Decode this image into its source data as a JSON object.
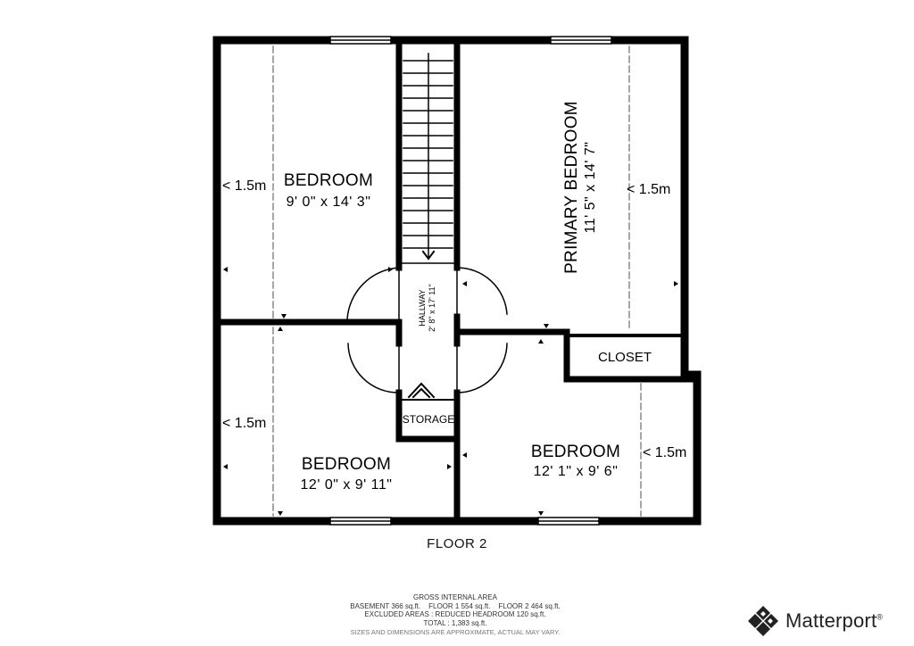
{
  "floor_label": "FLOOR 2",
  "rooms": {
    "bedroom_nw": {
      "name": "BEDROOM",
      "dims": "9' 0\" x 14' 3\""
    },
    "primary": {
      "name": "PRIMARY BEDROOM",
      "dims": "11' 5\" x 14' 7\""
    },
    "bedroom_sw": {
      "name": "BEDROOM",
      "dims": "12' 0\" x 9' 11\""
    },
    "bedroom_se": {
      "name": "BEDROOM",
      "dims": "12' 1\" x 9' 6\""
    },
    "closet": {
      "name": "CLOSET"
    },
    "storage": {
      "name": "STORAGE"
    },
    "hallway": {
      "name": "HALLWAY",
      "dims": "2' 8\" x 17' 11\""
    }
  },
  "headroom_label": "< 1.5m",
  "footer": {
    "title": "GROSS INTERNAL AREA",
    "line1": "BASEMENT 366 sq.ft.    FLOOR 1 554 sq.ft.    FLOOR 2 464 sq.ft.",
    "line2": "EXCLUDED AREAS :  REDUCED HEADROOM 120 sq.ft.",
    "line3": "TOTAL :  1,383 sq.ft.",
    "disclaimer": "SIZES AND DIMENSIONS ARE APPROXIMATE, ACTUAL MAY VARY."
  },
  "logo": {
    "text": "Matterport",
    "mark": "®"
  }
}
